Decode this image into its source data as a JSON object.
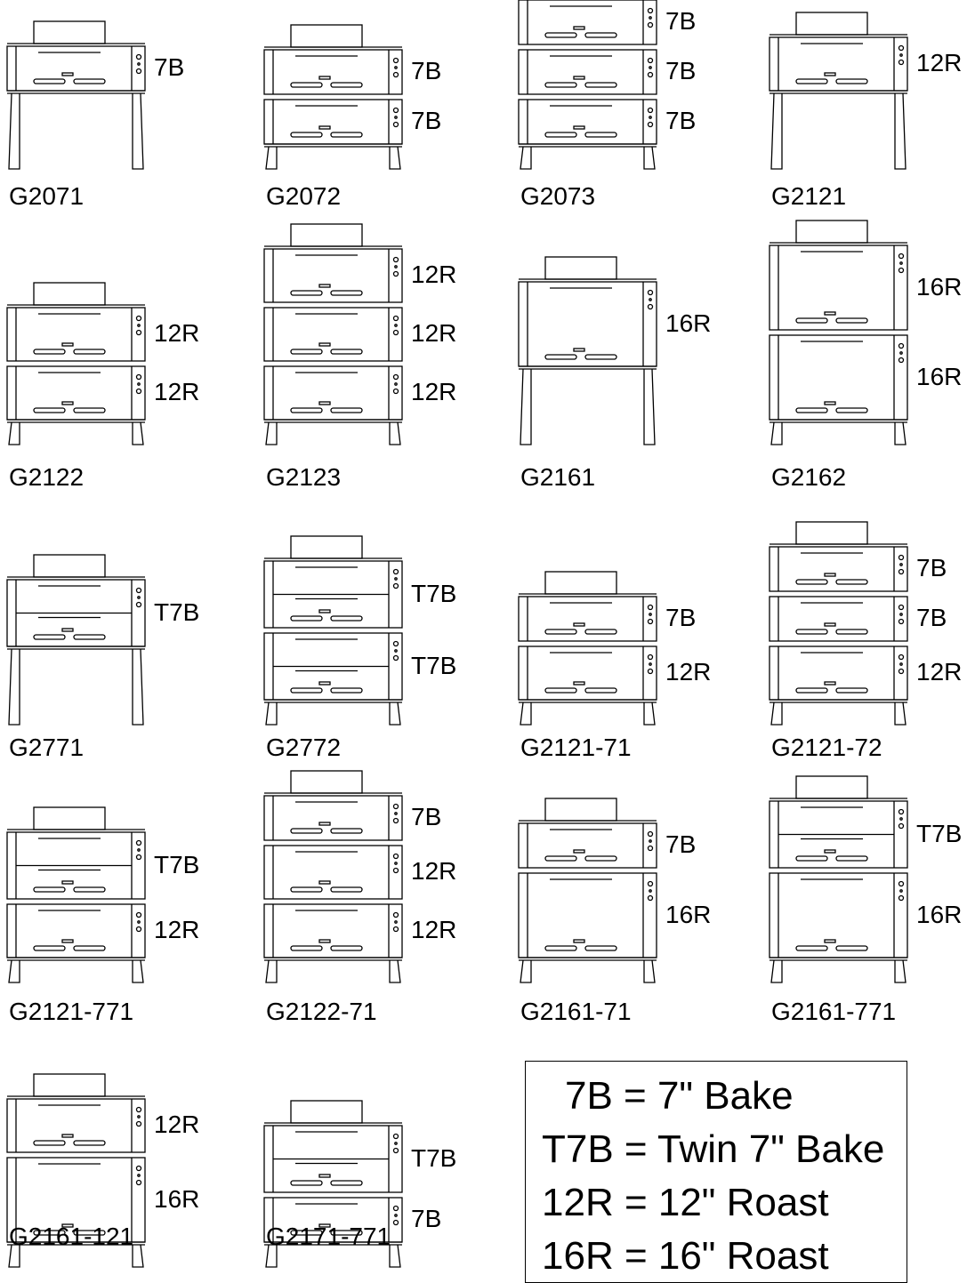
{
  "models": [
    {
      "name": "G2071",
      "decks": [
        "7B"
      ]
    },
    {
      "name": "G2072",
      "decks": [
        "7B",
        "7B"
      ]
    },
    {
      "name": "G2073",
      "decks": [
        "7B",
        "7B",
        "7B"
      ]
    },
    {
      "name": "G2121",
      "decks": [
        "12R"
      ]
    },
    {
      "name": "G2122",
      "decks": [
        "12R",
        "12R"
      ]
    },
    {
      "name": "G2123",
      "decks": [
        "12R",
        "12R",
        "12R"
      ]
    },
    {
      "name": "G2161",
      "decks": [
        "16R"
      ]
    },
    {
      "name": "G2162",
      "decks": [
        "16R",
        "16R"
      ]
    },
    {
      "name": "G2771",
      "decks": [
        "T7B"
      ]
    },
    {
      "name": "G2772",
      "decks": [
        "T7B",
        "T7B"
      ]
    },
    {
      "name": "G2121-71",
      "decks": [
        "7B",
        "12R"
      ]
    },
    {
      "name": "G2121-72",
      "decks": [
        "7B",
        "7B",
        "12R"
      ]
    },
    {
      "name": "G2121-771",
      "decks": [
        "T7B",
        "12R"
      ]
    },
    {
      "name": "G2122-71",
      "decks": [
        "7B",
        "12R",
        "12R"
      ]
    },
    {
      "name": "G2161-71",
      "decks": [
        "7B",
        "16R"
      ]
    },
    {
      "name": "G2161-771",
      "decks": [
        "T7B",
        "16R"
      ]
    },
    {
      "name": "G2161-121",
      "decks": [
        "12R",
        "16R"
      ]
    },
    {
      "name": "G2171-771",
      "decks": [
        "T7B",
        "7B"
      ]
    }
  ],
  "legend": [
    "7B = 7\" Bake",
    "T7B = Twin 7\" Bake",
    "12R = 12\" Roast",
    "16R = 16\" Roast"
  ]
}
